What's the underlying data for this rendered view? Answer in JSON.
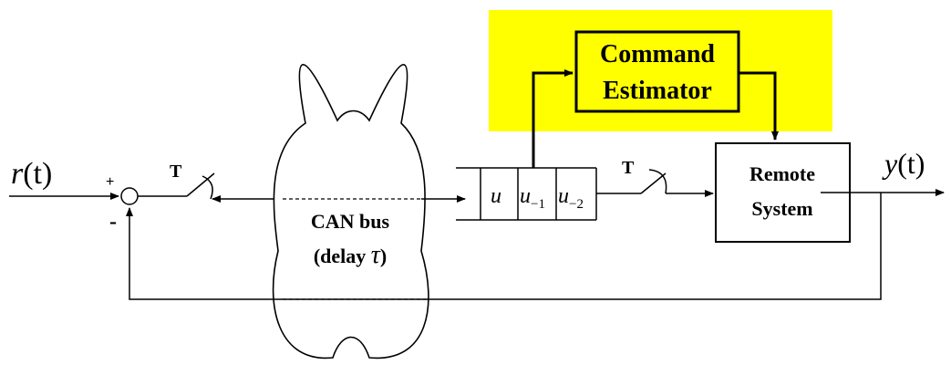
{
  "signals": {
    "reference": {
      "base": "r",
      "arg": "(t)"
    },
    "output": {
      "base": "y",
      "arg": "(t)"
    }
  },
  "summing_junction": {
    "plus": "+",
    "minus": "-"
  },
  "switches": {
    "left_label": "T",
    "right_label": "T"
  },
  "network": {
    "line1": "CAN bus",
    "line2_prefix": "(delay ",
    "line2_symbol": "τ",
    "line2_suffix": ")"
  },
  "buffer": {
    "cells": [
      {
        "base": "u",
        "sub": ""
      },
      {
        "base": "u",
        "sub": "−1"
      },
      {
        "base": "u",
        "sub": "−2"
      }
    ]
  },
  "estimator": {
    "line1": "Command",
    "line2": "Estimator",
    "highlight_color": "#ffff00"
  },
  "remote_system": {
    "line1": "Remote",
    "line2": "System"
  }
}
